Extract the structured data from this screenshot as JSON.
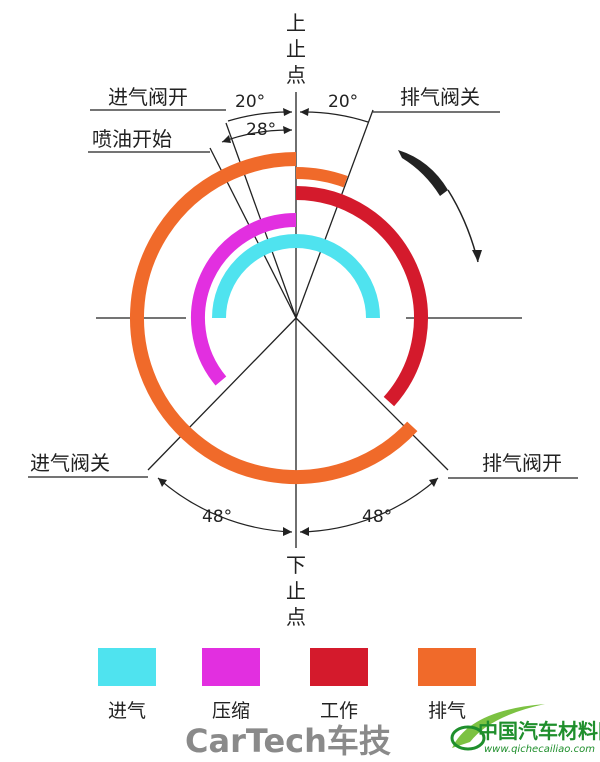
{
  "labels": {
    "tdc": [
      "上",
      "止",
      "点"
    ],
    "bdc": [
      "下",
      "止",
      "点"
    ],
    "intake_open": "进气阀开",
    "exhaust_close": "排气阀关",
    "injection_start": "喷油开始",
    "intake_close": "进气阀关",
    "exhaust_open": "排气阀开"
  },
  "angles": {
    "intake_open_advance": "20°",
    "exhaust_close_lag": "20°",
    "injection_advance": "28°",
    "intake_close_lag": "48°",
    "exhaust_open_advance": "48°"
  },
  "legend": [
    {
      "label": "进气",
      "color": "#4fe3ef"
    },
    {
      "label": "压缩",
      "color": "#e22fe0"
    },
    {
      "label": "工作",
      "color": "#d41a2c"
    },
    {
      "label": "排气",
      "color": "#f06a2a"
    }
  ],
  "colors": {
    "intake": "#4fe3ef",
    "compression": "#e22fe0",
    "power": "#d41a2c",
    "exhaust": "#f06a2a",
    "line": "#222222"
  },
  "rotation_arrow_icon": "clockwise-arrow-icon",
  "watermark": {
    "brand": "CarTech车技",
    "site_name": "中国汽车材料网",
    "site_url": "www.qichecailiao.com"
  }
}
